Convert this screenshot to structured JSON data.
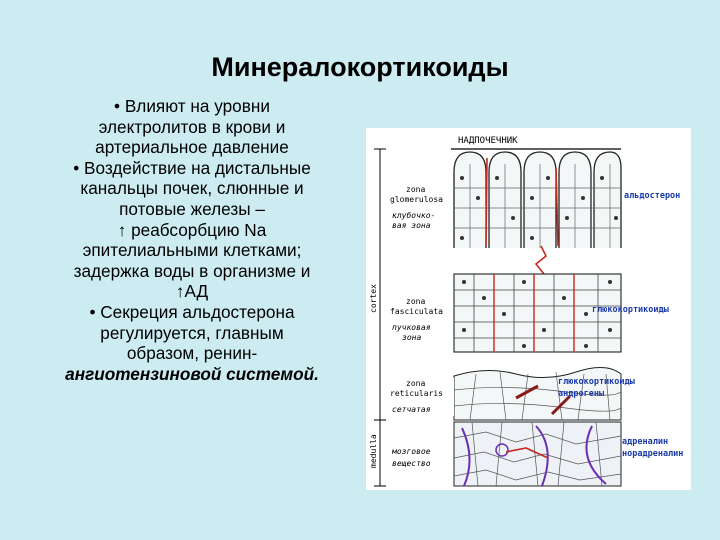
{
  "title": "Минералокортикоиды",
  "bullets": [
    "• Влияют на уровни",
    "электролитов в крови и",
    "артериальное давление",
    "• Воздействие на дистальные",
    "канальцы почек, слюнные и",
    "потовые железы –",
    "↑ реабсорбцию Na",
    "эпителиальными клетками;",
    "задержка воды в организме и",
    "↑АД",
    "• Секреция альдостерона",
    "регулируется, главным",
    "образом, ренин-",
    "ангиотензиновой системой."
  ],
  "figure": {
    "header": "НАДПОЧЕЧНИК",
    "cortex_label": "cortex",
    "medulla_label": "medulla",
    "zones": [
      {
        "latin1": "zona",
        "latin2": "glomerulosa",
        "ru1": "клубочко-",
        "ru2": "вая зона",
        "hormone": "альдостерон",
        "hormone2": ""
      },
      {
        "latin1": "zona",
        "latin2": "fasciculata",
        "ru1": "пучковая",
        "ru2": "зона",
        "hormone": "глюкокортикоиды",
        "hormone2": ""
      },
      {
        "latin1": "zona",
        "latin2": "reticularis",
        "ru1": "сетчатая",
        "ru2": "",
        "hormone": "глюкокортикоиды",
        "hormone2": "андрогены"
      },
      {
        "latin1": "мозговое",
        "latin2": "вещество",
        "ru1": "",
        "ru2": "",
        "hormone": "адреналин",
        "hormone2": "норадреналин"
      }
    ]
  },
  "colors": {
    "background": "#ccecf2",
    "hormone_text": "#1a3aa8",
    "vessel_red": "#c8281e",
    "vessel_purple": "#6a2fb0"
  }
}
